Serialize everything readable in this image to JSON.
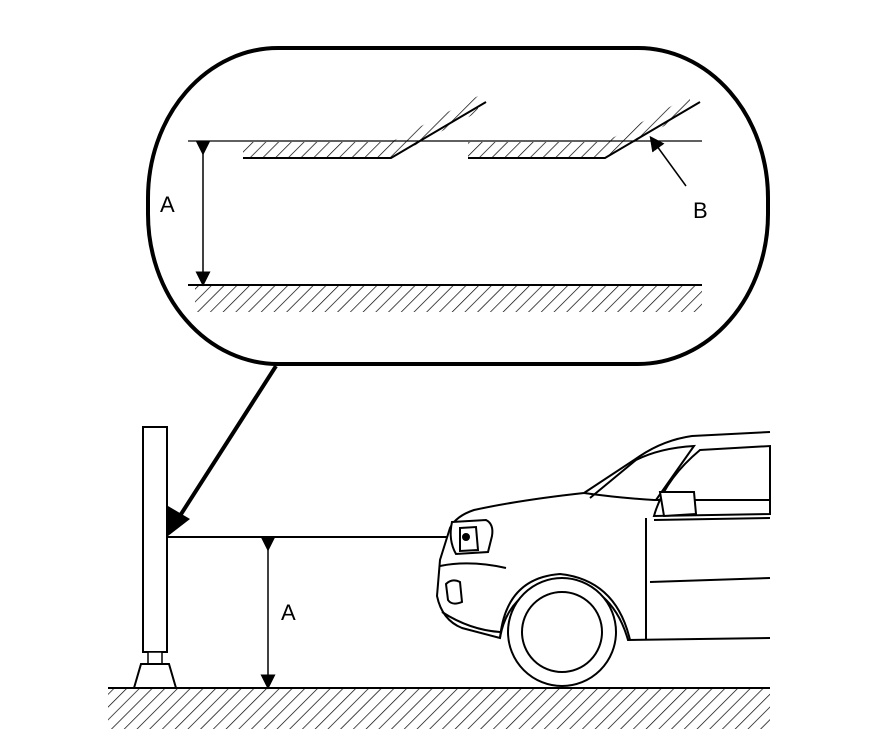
{
  "labels": {
    "a_bubble": "A",
    "b_bubble": "B",
    "a_ground": "A"
  },
  "colors": {
    "line": "#000000",
    "background": "#ffffff"
  },
  "icons": {
    "arrow": "arrow-head",
    "hatch": "diagonal-hatch"
  }
}
